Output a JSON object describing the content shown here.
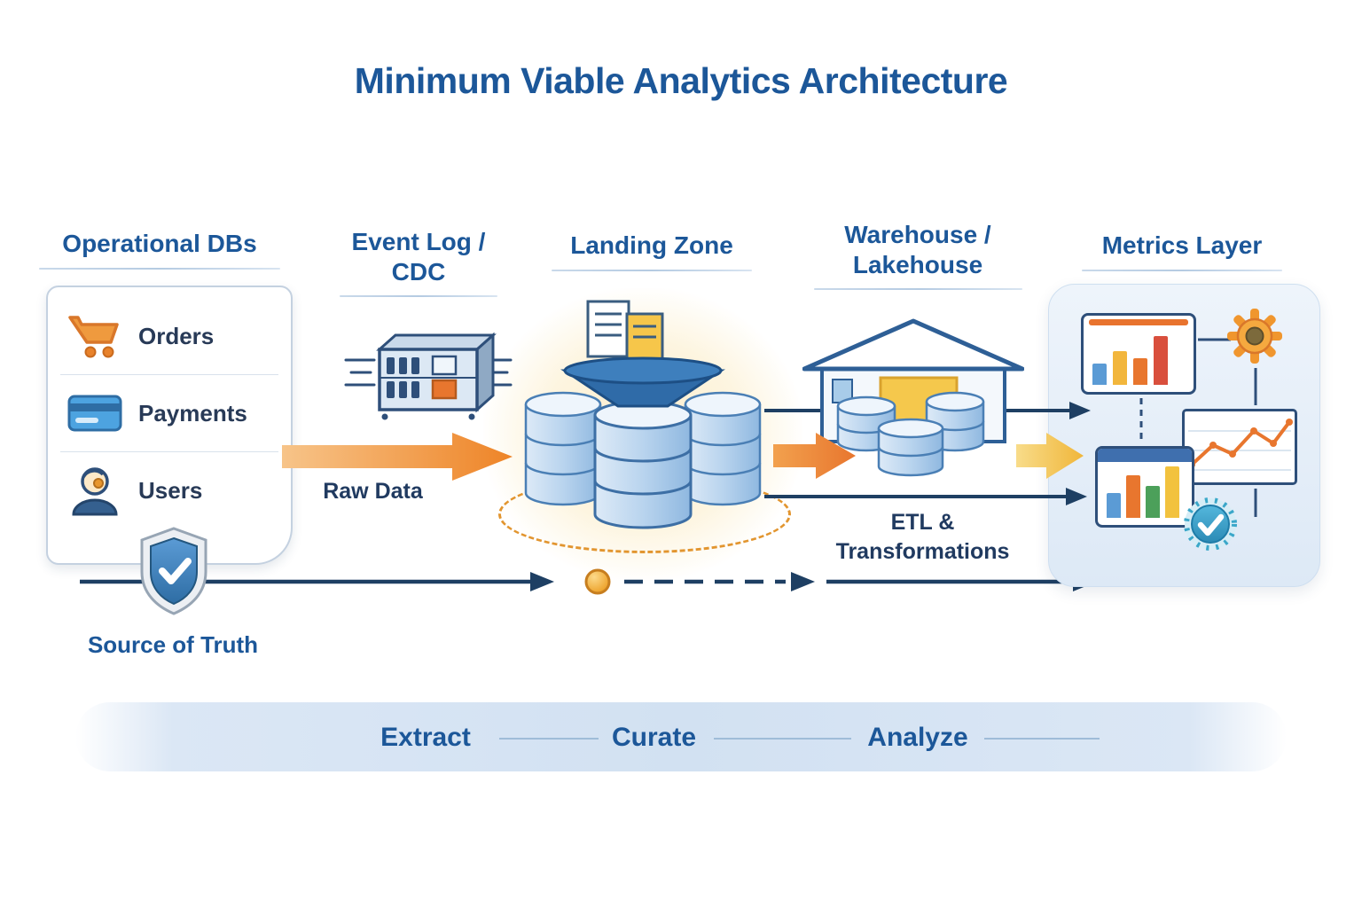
{
  "title": "Minimum Viable Analytics Architecture",
  "columns": [
    {
      "label": "Operational DBs"
    },
    {
      "label": "Event Log / CDC"
    },
    {
      "label": "Landing Zone"
    },
    {
      "label": "Warehouse / Lakehouse"
    },
    {
      "label": "Metrics Layer"
    }
  ],
  "operational": {
    "items": [
      {
        "label": "Orders",
        "icon": "shopping-cart-icon"
      },
      {
        "label": "Payments",
        "icon": "credit-card-icon"
      },
      {
        "label": "Users",
        "icon": "user-icon"
      }
    ],
    "footer_label": "Source of Truth"
  },
  "labels": {
    "raw_data": "Raw Data",
    "etl": "ETL & Transformations"
  },
  "stages": [
    {
      "label": "Extract"
    },
    {
      "label": "Curate"
    },
    {
      "label": "Analyze"
    }
  ],
  "colors": {
    "heading_blue": "#1c5799",
    "navy_line": "#1e3f63",
    "accent_orange": "#e8762e",
    "accent_yellow": "#f2c23e",
    "cylinder_blue": "#b9d4ee",
    "panel_blue": "#e9f1fa"
  }
}
